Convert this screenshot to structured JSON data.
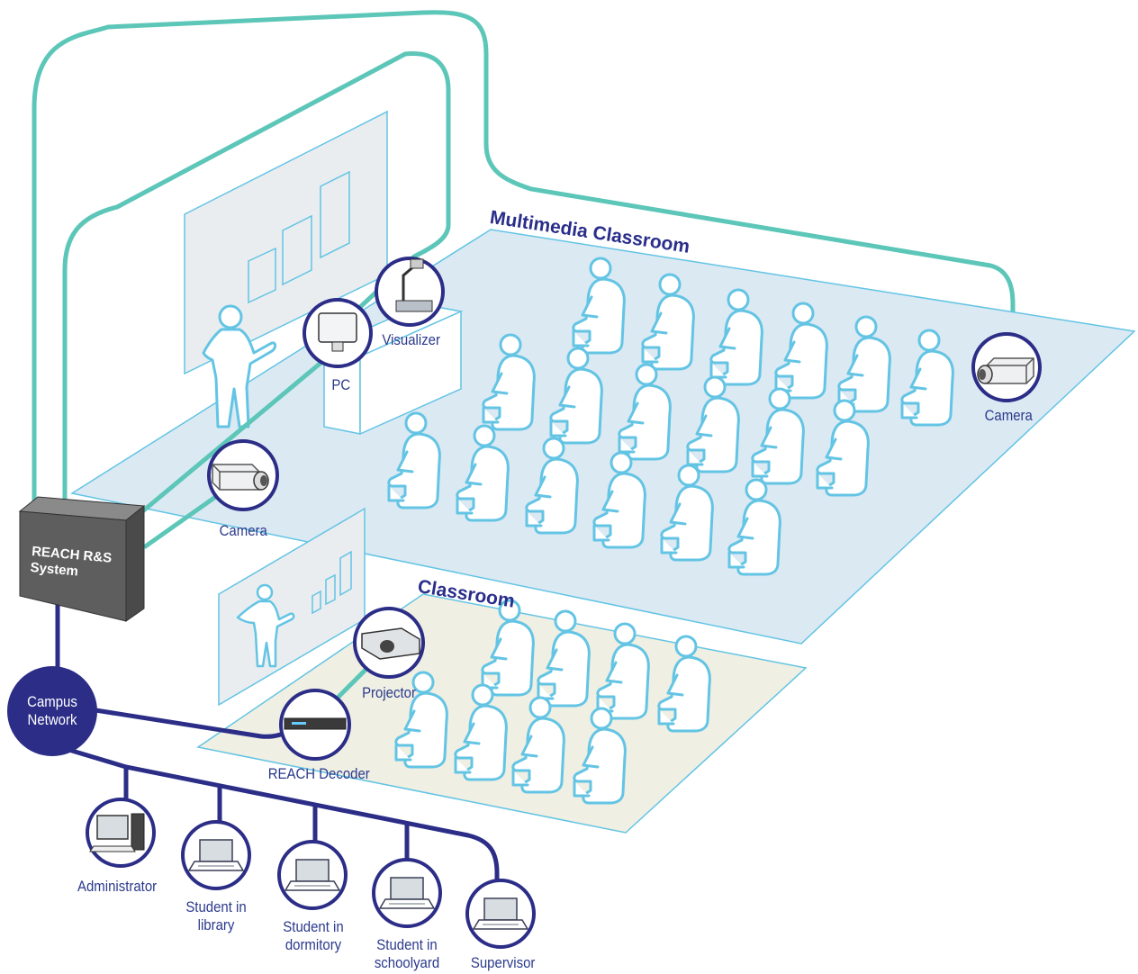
{
  "colors": {
    "teal": "#5cc6b8",
    "navy": "#2b2d87",
    "outline": "#63c4e4",
    "multimedia_floor": "#dbe9f3",
    "classroom_floor": "#efefe3",
    "screen_fill": "#e9edf0"
  },
  "rooms": {
    "multimedia_title": "Multimedia Classroom",
    "classroom_title": "Classroom"
  },
  "system": {
    "reach_box_label": "REACH R&S\nSystem",
    "campus_label": "Campus\nNetwork"
  },
  "devices": {
    "pc": "PC",
    "visualizer": "Visualizer",
    "camera_front": "Camera",
    "camera_rear": "Camera",
    "projector": "Projector",
    "decoder": "REACH Decoder"
  },
  "endpoints": [
    {
      "label": "Administrator",
      "icon": "desktop-computer-icon"
    },
    {
      "label": "Student in\nlibrary",
      "icon": "laptop-icon"
    },
    {
      "label": "Student in\ndormitory",
      "icon": "laptop-icon"
    },
    {
      "label": "Student in\nschoolyard",
      "icon": "laptop-icon"
    },
    {
      "label": "Supervisor",
      "icon": "laptop-icon"
    }
  ]
}
